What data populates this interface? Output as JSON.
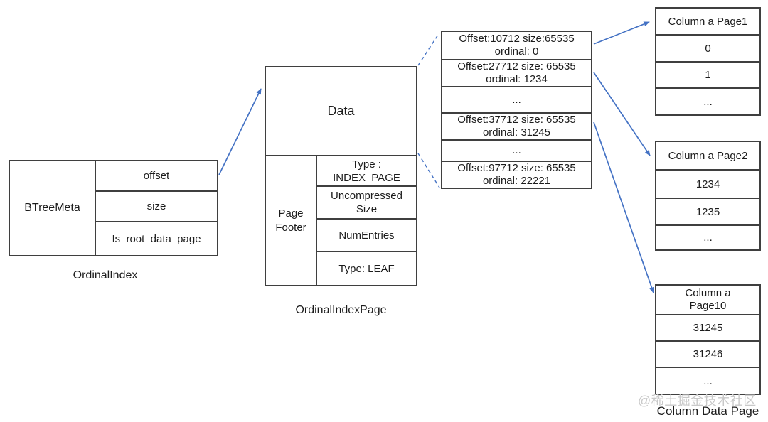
{
  "colors": {
    "arrow": "#4472c4",
    "border": "#3f3f3f",
    "watermark": "#c9c9c9"
  },
  "ordinal_index": {
    "meta_label": "BTreeMeta",
    "fields": [
      "offset",
      "size",
      "Is_root_data_page"
    ],
    "caption": "OrdinalIndex"
  },
  "ordinal_index_page": {
    "data_label": "Data",
    "footer_label": {
      "line1": "Page",
      "line2": "Footer"
    },
    "footer_rows": [
      {
        "line1": "Type :",
        "line2": "INDEX_PAGE"
      },
      {
        "line1": "Uncompressed",
        "line2": "Size"
      },
      {
        "line1": "NumEntries"
      },
      {
        "line1": "Type: LEAF"
      }
    ],
    "caption": "OrdinalIndexPage"
  },
  "offset_table": {
    "rows": [
      {
        "line1": "Offset:10712 size:65535",
        "line2": "ordinal: 0"
      },
      {
        "line1": "Offset:27712 size: 65535",
        "line2": "ordinal: 1234"
      },
      {
        "line1": "..."
      },
      {
        "line1": "Offset:37712 size: 65535",
        "line2": "ordinal: 31245"
      },
      {
        "line1": "..."
      },
      {
        "line1": "Offset:97712 size: 65535",
        "line2": "ordinal: 22221"
      }
    ]
  },
  "column_pages": {
    "page1": {
      "header": "Column a Page1",
      "rows": [
        "0",
        "1",
        "..."
      ]
    },
    "page2": {
      "header": "Column a Page2",
      "rows": [
        "1234",
        "1235",
        "..."
      ]
    },
    "page10": {
      "header_line1": "Column a",
      "header_line2": "Page10",
      "rows": [
        "31245",
        "31246",
        "..."
      ]
    },
    "caption": "Column Data Page"
  },
  "watermark": "@稀土掘金技术社区"
}
